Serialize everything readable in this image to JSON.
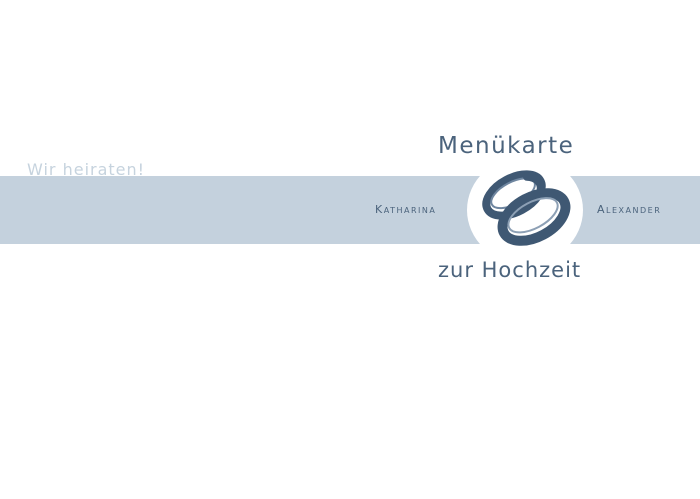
{
  "card": {
    "tagline": "Wir heiraten!",
    "title": "Menükarte",
    "subtitle": "zur Hochzeit",
    "name_left": "Katharina",
    "name_right": "Alexander"
  },
  "colors": {
    "band": "#c4d1dd",
    "text_dark": "#4b637c",
    "text_light": "#c6d3de",
    "ring_dark": "#3f5873",
    "ring_light": "#ffffff"
  },
  "icons": {
    "emblem": "wedding-rings-icon"
  }
}
